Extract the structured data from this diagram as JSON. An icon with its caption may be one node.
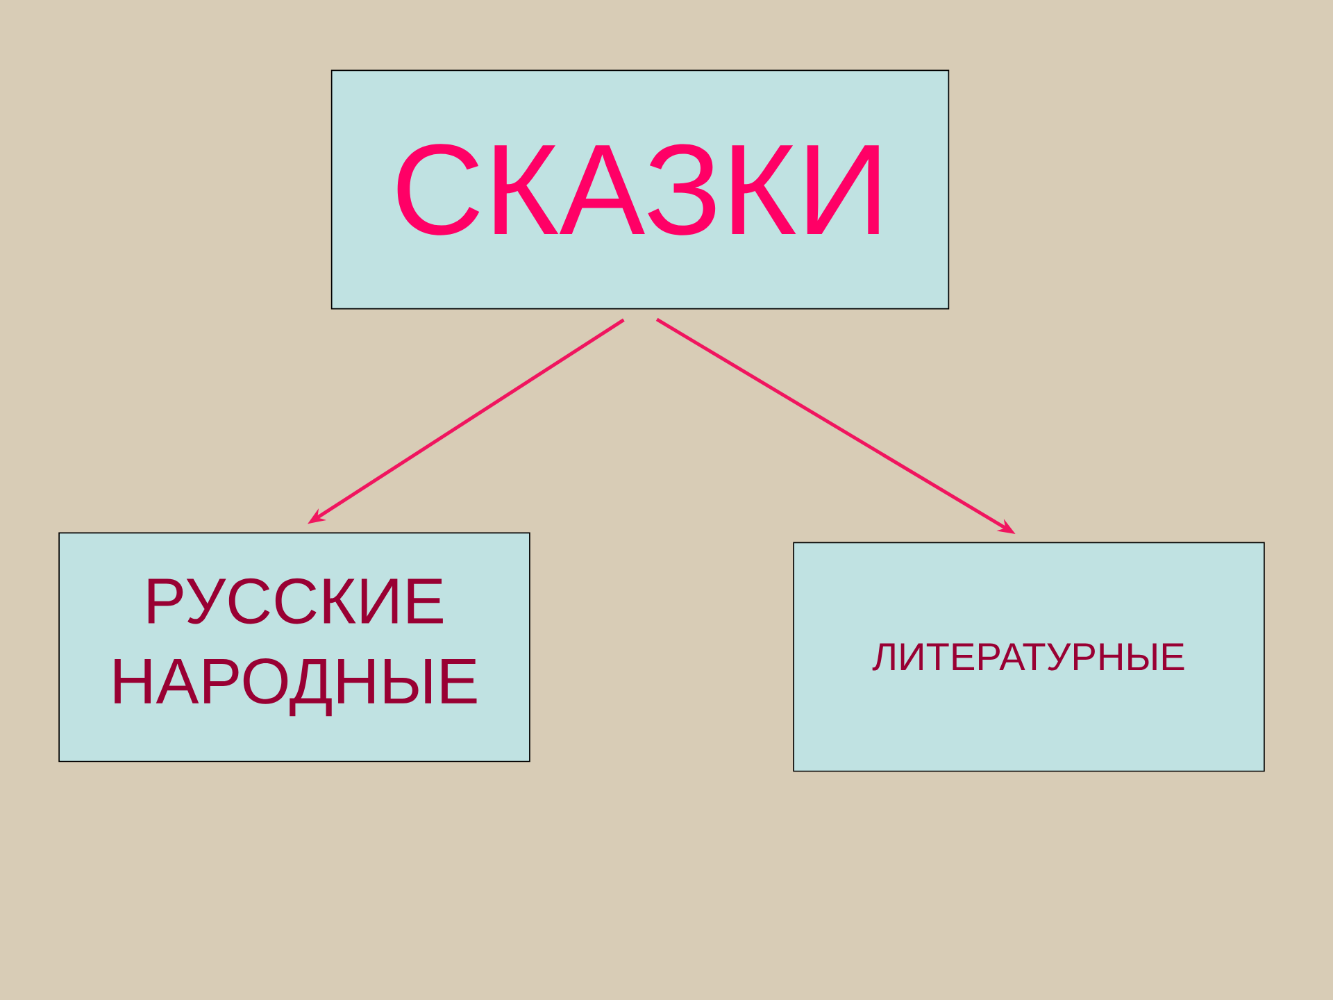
{
  "diagram": {
    "nodes": [
      {
        "text": [
          "СКАЗКИ"
        ]
      },
      {
        "text": [
          "РУССКИЕ НАРОДНЫЕ"
        ]
      },
      {
        "text": [
          "ЛИТЕРАТУРНЫЕ"
        ]
      }
    ],
    "edges": [
      {
        "from": 0,
        "to": 1,
        "arrow": "to"
      },
      {
        "from": 0,
        "to": 2,
        "arrow": "to"
      }
    ]
  }
}
